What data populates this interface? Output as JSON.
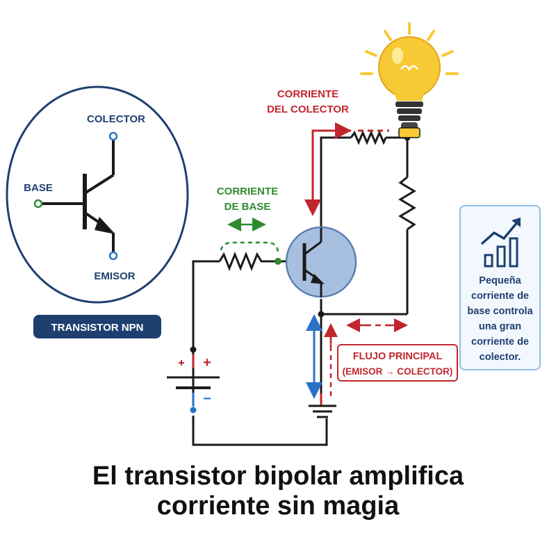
{
  "colors": {
    "circuit": "#1a1a1a",
    "outline_navy": "#1f3f70",
    "base_green": "#2f8a2f",
    "collector_red": "#c0262d",
    "emitter_blue": "#2a72c8",
    "transistor_fill": "#a8c0e0",
    "bulb_yellow": "#f7c934",
    "info_border": "#8fbfe8"
  },
  "npn_symbol": {
    "collector_label": "COLECTOR",
    "base_label": "BASE",
    "emitter_label": "EMISOR",
    "badge_label": "TRANSISTOR NPN"
  },
  "circuit": {
    "collector_current_label": [
      "CORRIENTE",
      "DEL COLECTOR"
    ],
    "base_current_label": [
      "CORRIENTE",
      "DE BASE"
    ],
    "battery_plus": "+",
    "battery_minus": "−",
    "main_flow_label": [
      "FLUJO PRINCIPAL",
      "(EMISOR → COLECTOR)"
    ]
  },
  "info_box": {
    "icon": "growth-chart-icon",
    "text": [
      "Pequeña",
      "corriente de",
      "base controla",
      "una gran",
      "corriente de",
      "colector."
    ]
  },
  "headline": [
    "El transistor bipolar amplifica",
    "corriente sin magia"
  ]
}
